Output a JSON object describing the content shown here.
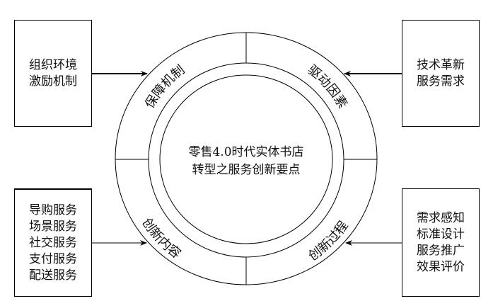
{
  "center": {
    "line1": "零售4.0时代实体书店",
    "line2": "转型之服务创新要点"
  },
  "ring": {
    "top_left": "保障机制",
    "top_right": "驱动因素",
    "bottom_left": "创新内容",
    "bottom_right": "创新过程"
  },
  "boxes": {
    "top_left": [
      "组织环境",
      "激励机制"
    ],
    "top_right": [
      "技术革新",
      "服务需求"
    ],
    "bottom_left": [
      "导购服务",
      "场景服务",
      "社交服务",
      "支付服务",
      "配送服务"
    ],
    "bottom_right": [
      "需求感知",
      "标准设计",
      "服务推广",
      "效果评价"
    ]
  }
}
